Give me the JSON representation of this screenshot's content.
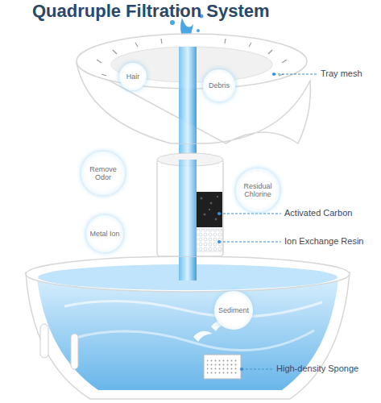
{
  "diagram": {
    "title": "Quadruple Filtration System",
    "nodes": [
      {
        "text": [
          "Hair"
        ]
      },
      {
        "text": [
          "Debris"
        ]
      },
      {
        "text": [
          "Remove Odor"
        ]
      },
      {
        "text": [
          "Residual Chlorine"
        ]
      },
      {
        "text": [
          "Metal Ion"
        ]
      },
      {
        "text": [
          "Sediment"
        ]
      }
    ],
    "labels": [
      "Tray mesh",
      "Activated Carbon",
      "Ion Exchange Resin",
      "High-density Sponge"
    ]
  }
}
